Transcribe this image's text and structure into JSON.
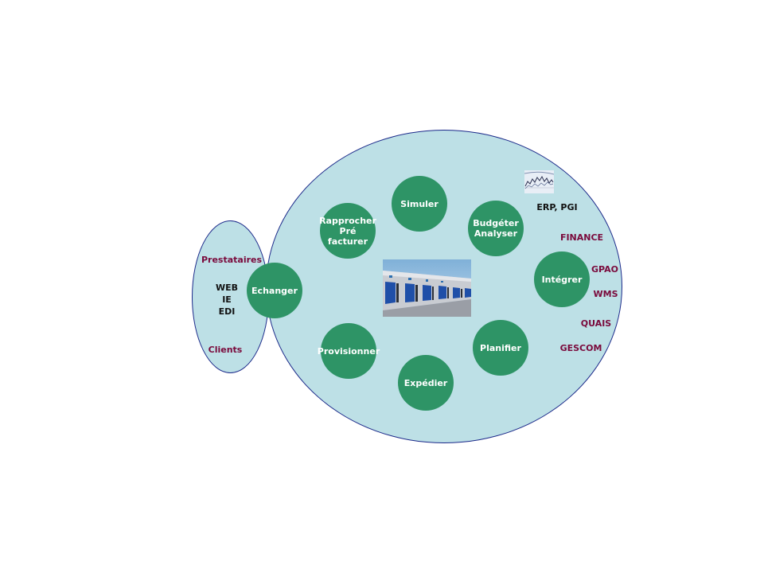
{
  "nodes": {
    "echanger": "Echanger",
    "simuler": "Simuler",
    "rapprocher": "Rapprocher\nPré\nfacturer",
    "budgeter": "Budgéter\nAnalyser",
    "integrer": "Intégrer",
    "provisionner": "Provisionner",
    "planifier": "Planifier",
    "expedier": "Expédier"
  },
  "left_labels": {
    "prestataires": "Prestataires",
    "web": "WEB",
    "ie": "IE",
    "edi": "EDI",
    "clients": "Clients"
  },
  "right_labels": {
    "erp": "ERP, PGI",
    "finance": "FINANCE",
    "gpao": "GPAO",
    "wms": "WMS",
    "quais": "QUAIS",
    "gescom": "GESCOM"
  },
  "colors": {
    "ellipse_fill": "#bde0e6",
    "ellipse_stroke": "#1c2a8a",
    "node_fill": "#2e9466",
    "label_maroon": "#7a0a3c"
  }
}
